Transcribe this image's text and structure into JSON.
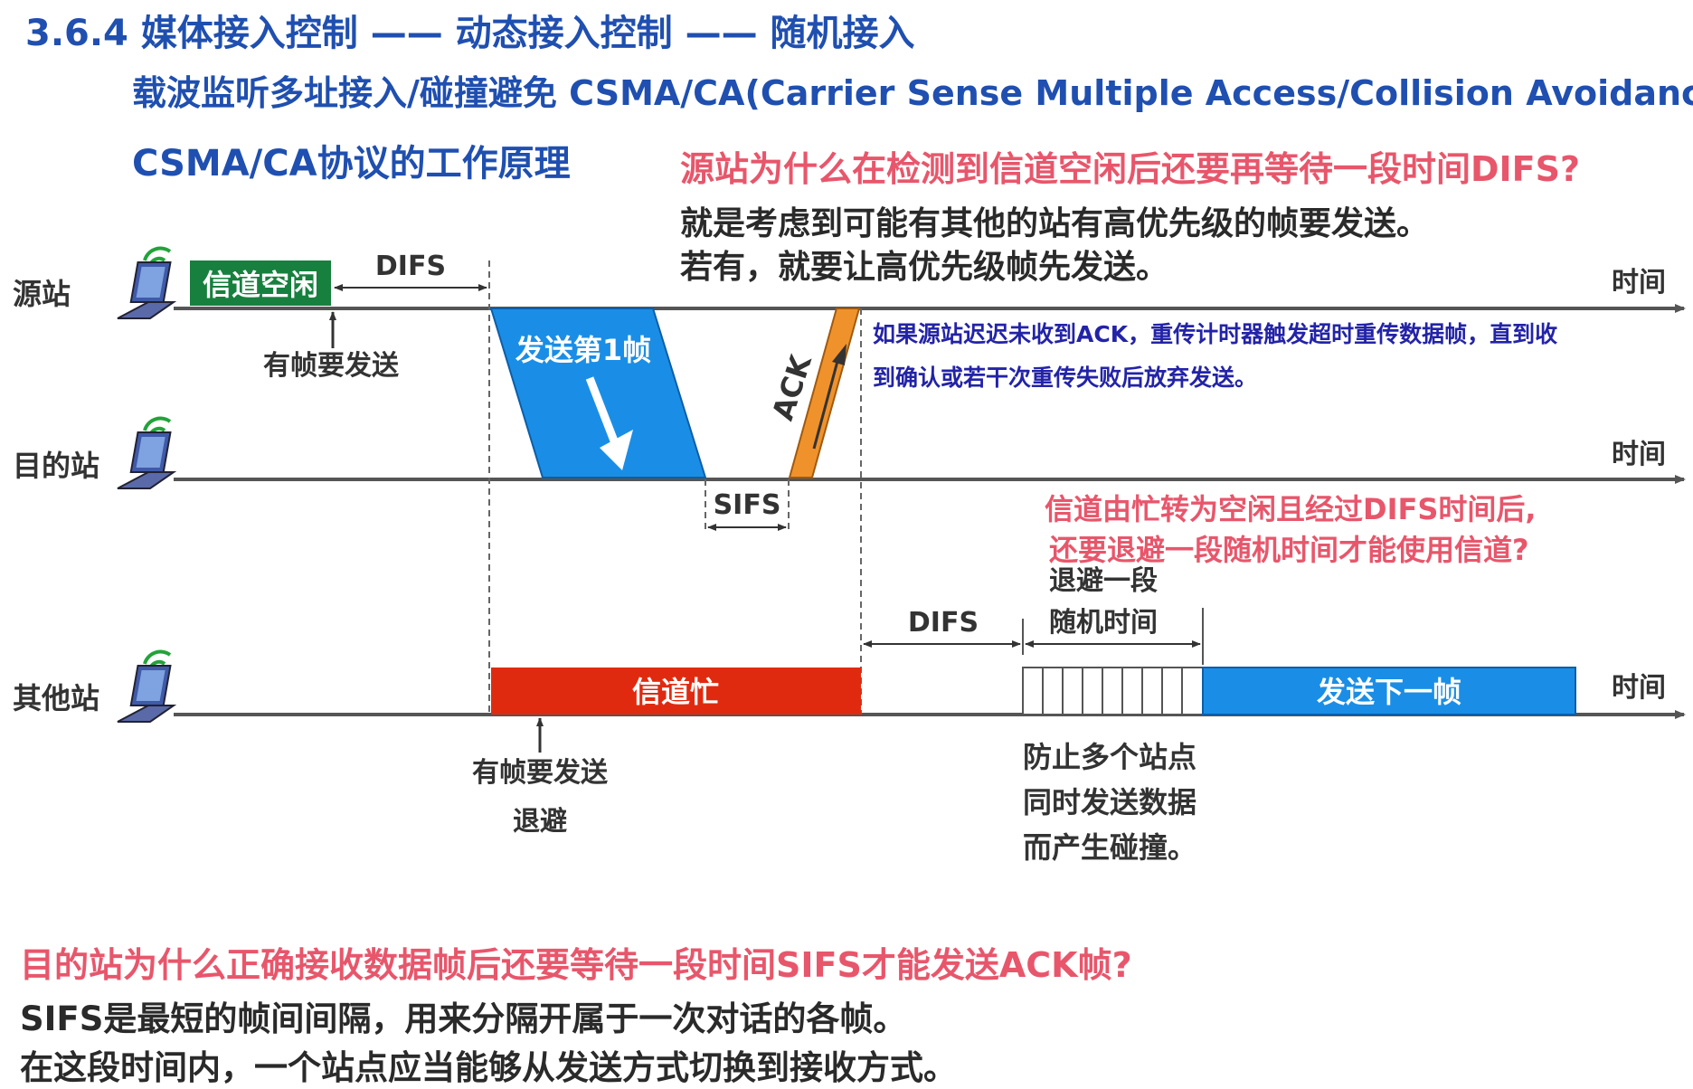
{
  "header": {
    "title_line1": "3.6.4 媒体接入控制 —— 动态接入控制 —— 随机接入",
    "title_line2": "载波监听多址接入/碰撞避免 CSMA/CA(Carrier Sense Multiple Access/Collision Avoidance)",
    "title_line3": "CSMA/CA协议的工作原理"
  },
  "questions": {
    "difs_question": "源站为什么在检测到信道空闲后还要再等待一段时间DIFS?",
    "difs_answer_1": "就是考虑到可能有其他的站有高优先级的帧要发送。",
    "difs_answer_2": "若有，就要让高优先级帧先发送。",
    "retransmit_note_1": "如果源站迟迟未收到ACK，重传计时器触发超时重传数据帧，直到收",
    "retransmit_note_2": "到确认或若干次重传失败后放弃发送。",
    "backoff_question_1": "信道由忙转为空闲且经过DIFS时间后,",
    "backoff_question_2": "还要退避一段随机时间才能使用信道?",
    "sifs_question": "目的站为什么正确接收数据帧后还要等待一段时间SIFS才能发送ACK帧?",
    "sifs_answer_1": "SIFS是最短的帧间间隔，用来分隔开属于一次对话的各帧。",
    "sifs_answer_2": "在这段时间内，一个站点应当能够从发送方式切换到接收方式。"
  },
  "stations": {
    "source": "源站",
    "destination": "目的站",
    "other": "其他站"
  },
  "timeline": {
    "time_label": "时间",
    "channel_idle": "信道空闲",
    "difs": "DIFS",
    "sifs": "SIFS",
    "has_frame_to_send": "有帧要发送",
    "send_frame_1": "发送第1帧",
    "ack": "ACK",
    "channel_busy": "信道忙",
    "backoff": "退避",
    "backoff_random_1": "退避一段",
    "backoff_random_2": "随机时间",
    "send_next_frame": "发送下一帧",
    "prevent_1": "防止多个站点",
    "prevent_2": "同时发送数据",
    "prevent_3": "而产生碰撞。"
  },
  "colors": {
    "title_blue": "#1f4fb0",
    "question_red": "#e8566b",
    "note_blue": "#2323a8",
    "idle_green": "#17803e",
    "frame_blue": "#1a8ee6",
    "ack_orange": "#f0922b",
    "busy_red": "#e02a10"
  },
  "icons": [
    "laptop-wifi-icon"
  ]
}
